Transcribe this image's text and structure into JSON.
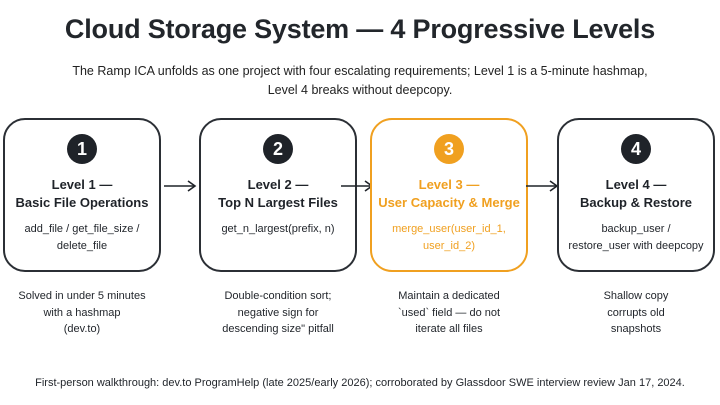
{
  "title": "Cloud Storage System — 4 Progressive Levels",
  "subtitle_line1": "The Ramp ICA unfolds as one project with four escalating requirements; Level 1 is a 5-minute hashmap,",
  "subtitle_line2": "Level 4 breaks without deepcopy.",
  "highlight_color": "#f0a020",
  "levels": [
    {
      "number": "1",
      "title_line1": "Level 1 —",
      "title_line2": "Basic File Operations",
      "detail_line1": "add_file / get_file_size /",
      "detail_line2": "delete_file",
      "note_line1": "Solved in under 5 minutes",
      "note_line2": "with a hashmap",
      "note_line3": "(dev.to)"
    },
    {
      "number": "2",
      "title_line1": "Level 2 —",
      "title_line2": "Top N Largest Files",
      "detail_line1": "get_n_largest(prefix, n)",
      "detail_line2": "",
      "note_line1": "Double-condition sort;",
      "note_line2": "negative sign for",
      "note_line3": "descending size\" pitfall"
    },
    {
      "number": "3",
      "title_line1": "Level 3 —",
      "title_line2": "User Capacity & Merge",
      "detail_line1": "merge_user(user_id_1,",
      "detail_line2": "user_id_2)",
      "note_line1": "Maintain a dedicated",
      "note_line2": "`used` field — do not",
      "note_line3": "iterate all files"
    },
    {
      "number": "4",
      "title_line1": "Level 4 —",
      "title_line2": "Backup & Restore",
      "detail_line1": "backup_user /",
      "detail_line2": "restore_user with deepcopy",
      "note_line1": "Shallow copy",
      "note_line2": "corrupts old",
      "note_line3": "snapshots"
    }
  ],
  "footer": "First-person walkthrough: dev.to ProgramHelp (late 2025/early 2026); corroborated by Glassdoor SWE interview review Jan 17, 2024."
}
